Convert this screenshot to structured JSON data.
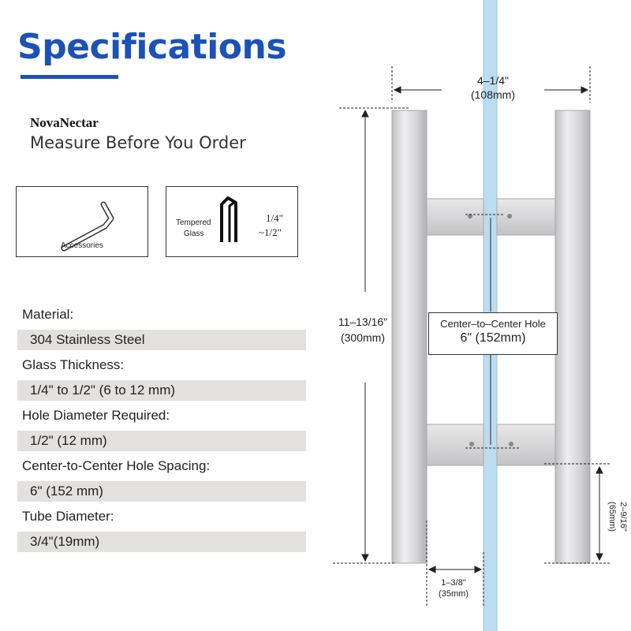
{
  "header": {
    "title": "Specifications",
    "brand": "NovaNectar",
    "tagline": "Measure Before You Order"
  },
  "icons": {
    "accessories_label": "Accessories",
    "glass_label_line1": "Tempered",
    "glass_label_line2": "Glass",
    "glass_range_line1": "1/4\"",
    "glass_range_line2": "~1/2\""
  },
  "specs": [
    {
      "label": "Material:",
      "value": "304 Stainless Steel"
    },
    {
      "label": "Glass Thickness:",
      "value": "1/4\" to 1/2\" (6 to 12 mm)"
    },
    {
      "label": "Hole Diameter Required:",
      "value": "1/2\" (12 mm)"
    },
    {
      "label": "Center-to-Center Hole Spacing:",
      "value": "6\" (152 mm)"
    },
    {
      "label": "Tube Diameter:",
      "value": "3/4\"(19mm)"
    }
  ],
  "dimensions": {
    "width_in": "4–1/4\"",
    "width_mm": "(108mm)",
    "height_in": "11–13/16\"",
    "height_mm": "(300mm)",
    "cc_title": "Center–to–Center Hole",
    "cc_value": "6\" (152mm)",
    "leg_in": "2–9/16\"",
    "leg_mm": "(65mm)",
    "offset_in": "1–3/8\"",
    "offset_mm": "(35mm)"
  },
  "colors": {
    "title_blue": "#1a52b8",
    "glass_blue": "#bcdcef",
    "steel": "#d9d9db",
    "spec_bar": "#e3e1df"
  }
}
